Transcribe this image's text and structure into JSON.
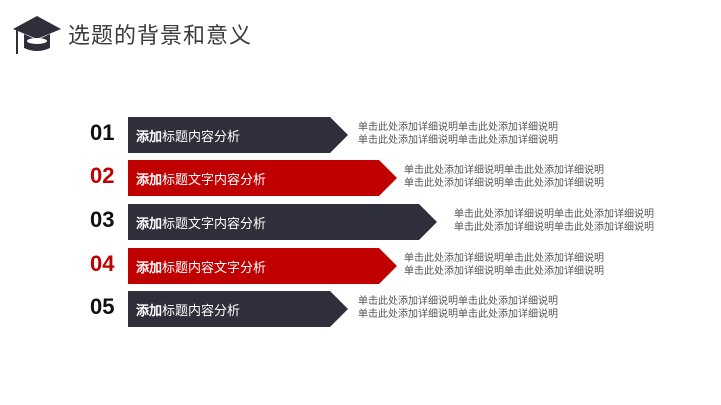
{
  "header": {
    "title": "选题的背景和意义",
    "icon": "graduation-cap-icon"
  },
  "colors": {
    "dark": "#2f2e3b",
    "red": "#c00000"
  },
  "items": [
    {
      "num": "01",
      "bold": "添加",
      "rest": "标题内容分析",
      "color": "dark",
      "desc1": "单击此处添加详细说明单击此处添加详细说明",
      "desc2": "单击此处添加详细说明单击此处添加详细说明"
    },
    {
      "num": "02",
      "bold": "添加",
      "rest": "标题文字内容分析",
      "color": "red",
      "desc1": "单击此处添加详细说明单击此处添加详细说明",
      "desc2": "单击此处添加详细说明单击此处添加详细说明"
    },
    {
      "num": "03",
      "bold": "添加",
      "rest": "标题文字内容分析",
      "color": "dark",
      "desc1": "单击此处添加详细说明单击此处添加详细说明",
      "desc2": "单击此处添加详细说明单击此处添加详细说明"
    },
    {
      "num": "04",
      "bold": "添加",
      "rest": "标题内容文字分析",
      "color": "red",
      "desc1": "单击此处添加详细说明单击此处添加详细说明",
      "desc2": "单击此处添加详细说明单击此处添加详细说明"
    },
    {
      "num": "05",
      "bold": "添加",
      "rest": "标题内容分析",
      "color": "dark",
      "desc1": "单击此处添加详细说明单击此处添加详细说明",
      "desc2": "单击此处添加详细说明单击此处添加详细说明"
    }
  ]
}
